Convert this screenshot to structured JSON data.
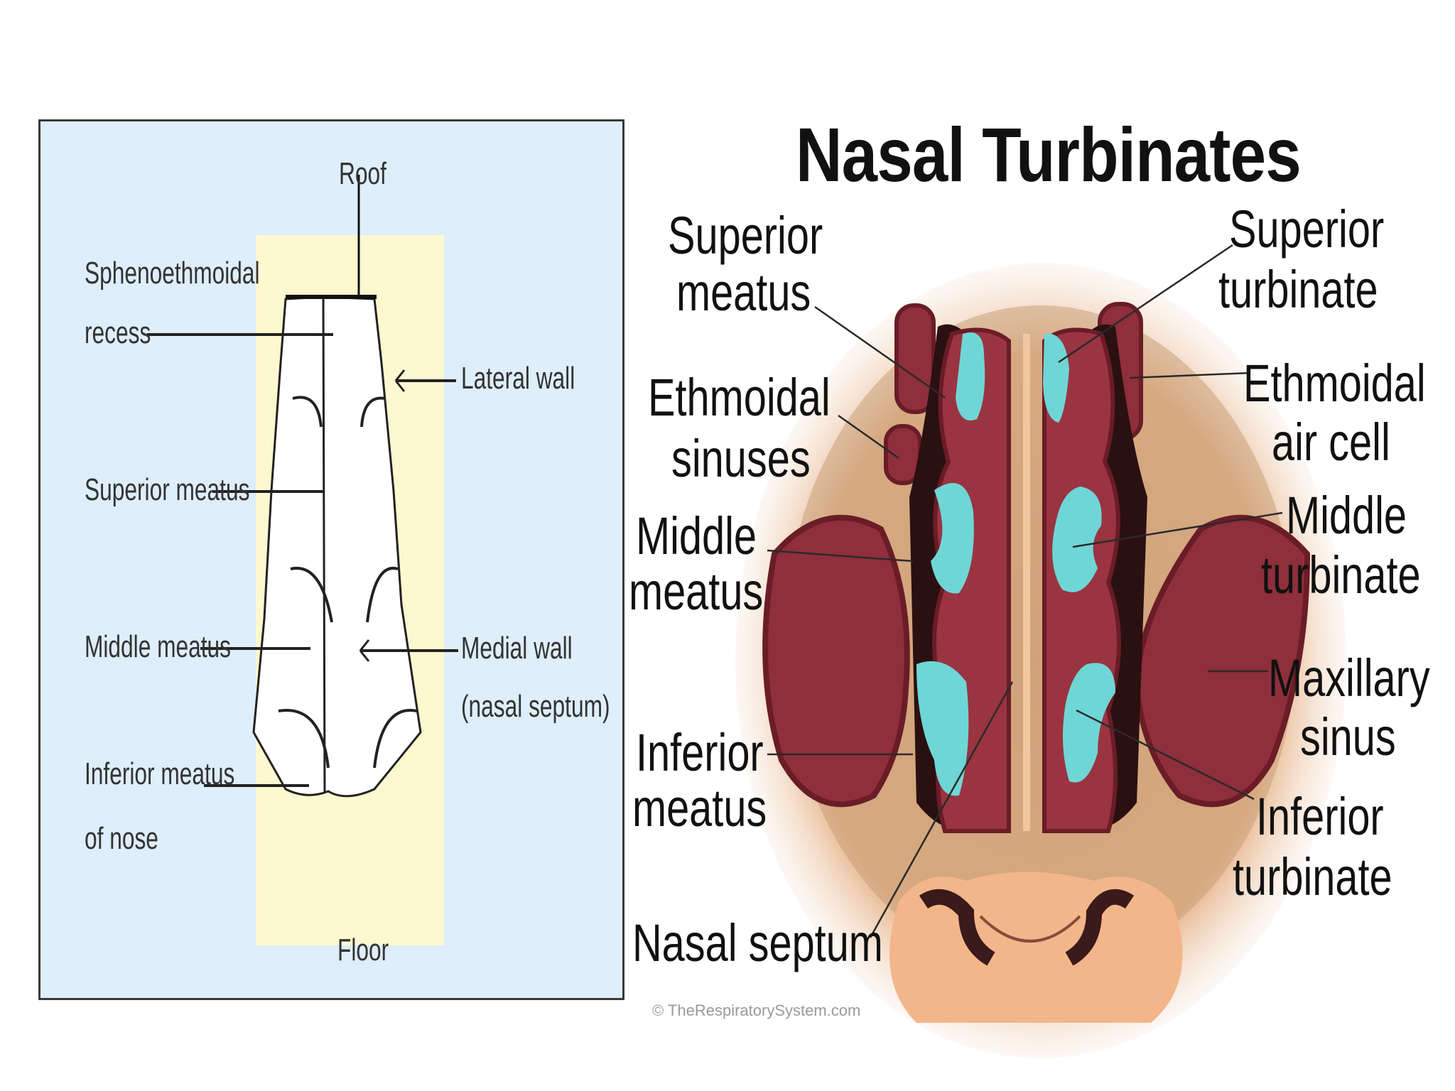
{
  "left_diagram": {
    "labels": {
      "roof": "Roof",
      "floor": "Floor",
      "sphenoethmoidal_recess": [
        "Sphenoethmoidal",
        "recess"
      ],
      "superior_meatus": "Superior meatus",
      "middle_meatus": "Middle meatus",
      "inferior_meatus": [
        "Inferior meatus",
        "of nose"
      ],
      "lateral_wall": "Lateral wall",
      "medial_wall": [
        "Medial wall",
        "(nasal septum)"
      ]
    },
    "colors": {
      "background": "#deeefa",
      "inner_panel": "#fdf8cf",
      "wall": "#ffffff"
    }
  },
  "right_diagram": {
    "title": "Nasal Turbinates",
    "labels_left": {
      "superior_meatus": [
        "Superior",
        "meatus"
      ],
      "ethmoidal_sinuses": [
        "Ethmoidal",
        "sinuses"
      ],
      "middle_meatus": [
        "Middle",
        "meatus"
      ],
      "inferior_meatus": [
        "Inferior",
        "meatus"
      ],
      "nasal_septum": "Nasal septum"
    },
    "labels_right": {
      "superior_turbinate": [
        "Superior",
        "turbinate"
      ],
      "ethmoidal_air_cell": [
        "Ethmoidal",
        "air cell"
      ],
      "middle_turbinate": [
        "Middle",
        "turbinate"
      ],
      "maxillary_sinus": [
        "Maxillary",
        "sinus"
      ],
      "inferior_turbinate": [
        "Inferior",
        "turbinate"
      ]
    },
    "credit": "© TheRespiratorySystem.com",
    "colors": {
      "tissue": "#8e2f3b",
      "turbinate": "#6fd6d6",
      "skin": "#f3b68a",
      "cavity": "#2a1010"
    }
  }
}
